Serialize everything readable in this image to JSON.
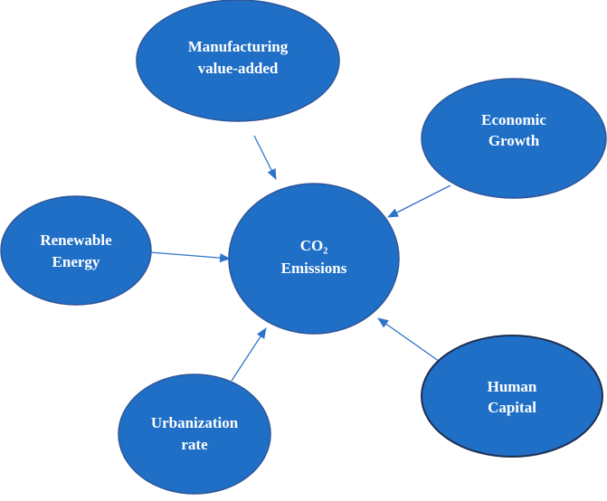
{
  "colors": {
    "node_fill": "#1f6fc6",
    "node_text": "#ffffff",
    "arrow": "#2e75c9"
  },
  "nodes": {
    "manufacturing": {
      "line1": "Manufacturing",
      "line2": "value-added"
    },
    "economic": {
      "line1": "Economic",
      "line2": "Growth"
    },
    "renewable": {
      "line1": "Renewable",
      "line2": "Energy"
    },
    "co2": {
      "line1": "CO₂",
      "line2": "Emissions"
    },
    "urbanization": {
      "line1": "Urbanization",
      "line2": "rate"
    },
    "human": {
      "line1": "Human",
      "line2": "Capital"
    }
  },
  "edges": [
    {
      "from": "Manufacturing value-added",
      "to": "CO₂ Emissions"
    },
    {
      "from": "Economic Growth",
      "to": "CO₂ Emissions"
    },
    {
      "from": "Renewable Energy",
      "to": "CO₂ Emissions"
    },
    {
      "from": "Urbanization rate",
      "to": "CO₂ Emissions"
    },
    {
      "from": "Human Capital",
      "to": "CO₂ Emissions"
    }
  ]
}
